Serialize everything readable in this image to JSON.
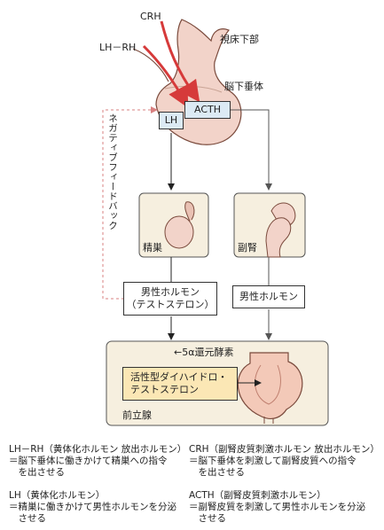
{
  "colors": {
    "organ_fill": "#f2d3c9",
    "organ_stroke": "#7a4a3c",
    "panel_fill": "#f6efdf",
    "panel_stroke": "#555555",
    "arrow_red": "#d63a3a",
    "dashed_red": "#d88080",
    "hormone_box_blue": "#dceaf4",
    "active_box_yellow": "#fbe7b5",
    "gland_fill": "#f3c9b8"
  },
  "labels": {
    "crh": "CRH",
    "lhrh": "LH－RH",
    "hypothalamus": "視床下部",
    "pituitary": "脳下垂体",
    "acth": "ACTH",
    "lh": "LH",
    "feedback": "ネガティブフィードバック",
    "testis": "精巣",
    "adrenal": "副腎",
    "male_hormone_testosterone": "男性ホルモン\n（テストステロン）",
    "male_hormone": "男性ホルモン",
    "reductase": "←5α還元酵素",
    "active_dht": "活性型ダイハイドロ・\nテストステロン",
    "prostate": "前立腺"
  },
  "notes": [
    {
      "term": "LH－RH（黄体化ホルモン 放出ホルモン）",
      "desc": "＝脳下垂体に働きかけて精巣への指令\n　を出させる"
    },
    {
      "term": "CRH（副腎皮質刺激ホルモン 放出ホルモン）",
      "desc": "＝脳下垂体を刺激して副腎皮質への指令\n　を出させる"
    },
    {
      "term": "LH（黄体化ホルモン）",
      "desc": "＝精巣に働きかけて男性ホルモンを分泌\n　させる"
    },
    {
      "term": "ACTH（副腎皮質刺激ホルモン）",
      "desc": "＝副腎皮質を刺激して男性ホルモンを分泌\n　させる"
    }
  ]
}
